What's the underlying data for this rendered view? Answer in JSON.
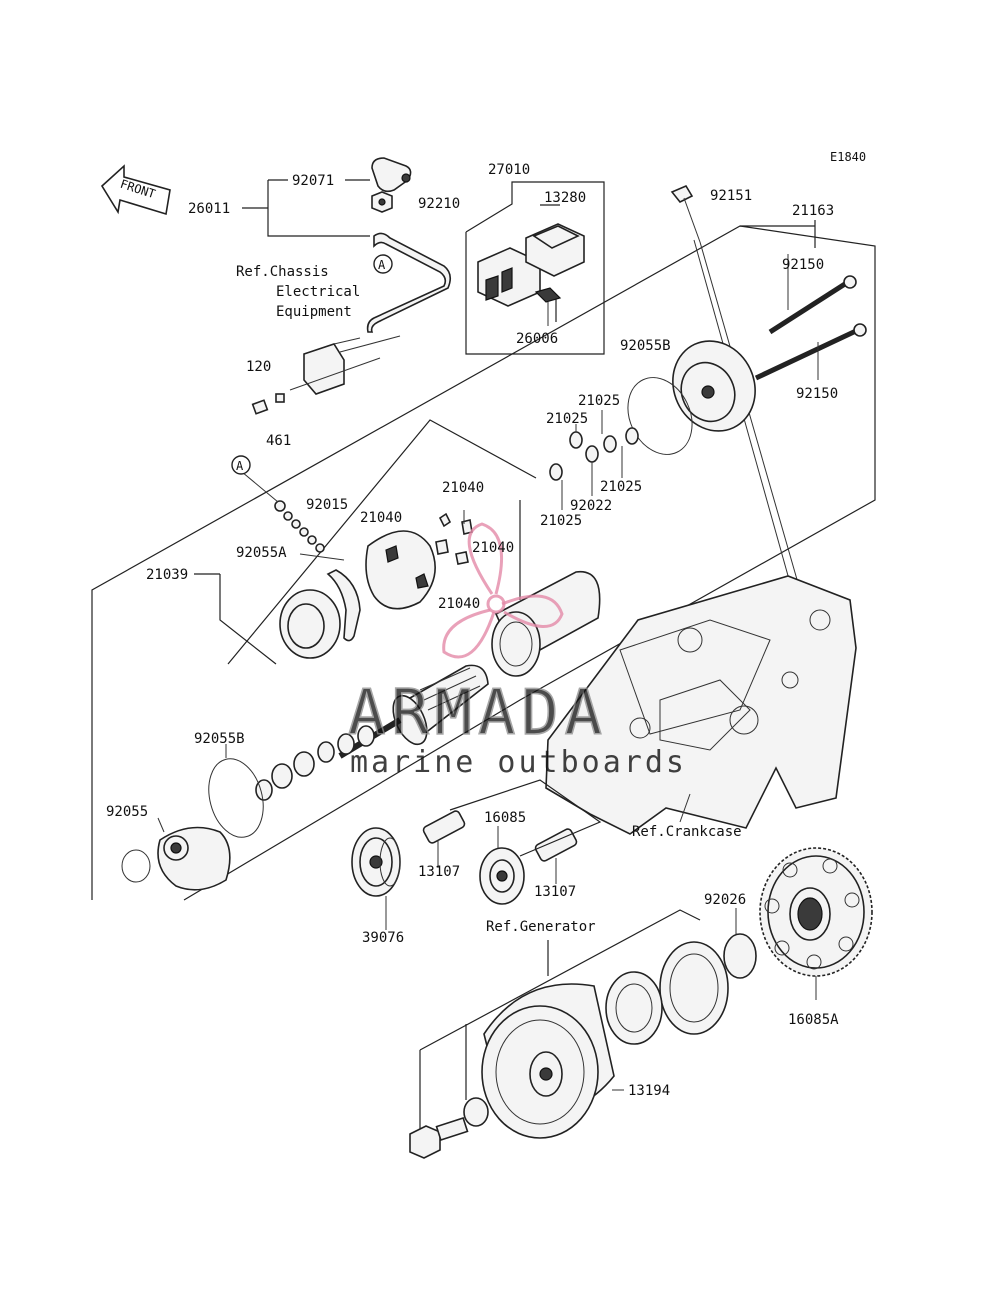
{
  "diagram_code": "E1840",
  "front_label": "FRONT",
  "callout_marker": "A",
  "refs": {
    "chassis_line1": "Ref.Chassis",
    "chassis_line2": "Electrical",
    "chassis_line3": "Equipment",
    "crankcase": "Ref.Crankcase",
    "generator": "Ref.Generator"
  },
  "parts": {
    "p92071": "92071",
    "p26011": "26011",
    "p92210": "92210",
    "p27010": "27010",
    "p13280": "13280",
    "p26006": "26006",
    "p92151": "92151",
    "p21163": "21163",
    "p92150a": "92150",
    "p92150b": "92150",
    "p92055b_top": "92055B",
    "p120": "120",
    "p461": "461",
    "p21025a": "21025",
    "p21025b": "21025",
    "p21025c": "21025",
    "p21025d": "21025",
    "p92022": "92022",
    "p21040a": "21040",
    "p21040b": "21040",
    "p21040c": "21040",
    "p21040d": "21040",
    "p92015": "92015",
    "p92055a": "92055A",
    "p21039": "21039",
    "p92055b_low": "92055B",
    "p92055": "92055",
    "p16085": "16085",
    "p13107a": "13107",
    "p13107b": "13107",
    "p39076": "39076",
    "p92026": "92026",
    "p16085a": "16085A",
    "p13194": "13194"
  },
  "watermark": {
    "brand": "ARMADA",
    "tagline": "marine outboards",
    "color": "#e48aa8"
  }
}
